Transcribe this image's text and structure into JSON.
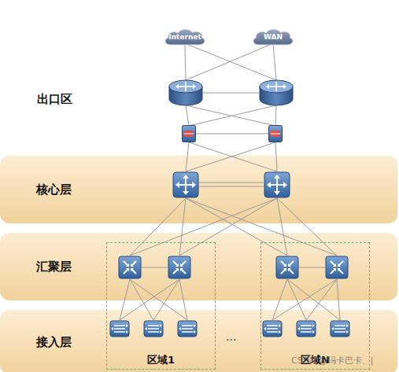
{
  "diagram": {
    "nodes": [
      {
        "text": [
          "Internet"
        ]
      },
      {
        "text": [
          "WAN"
        ]
      },
      {
        "text": [
          "核心层"
        ]
      },
      {
        "text": [
          "汇聚层"
        ]
      },
      {
        "text": [
          "接入层"
        ]
      },
      {
        "text": [
          "区域1"
        ]
      },
      {
        "text": [
          "区域N"
        ]
      }
    ],
    "labels": [
      "出口区",
      "...",
      "CSDN @玛卡巴卡、|"
    ]
  }
}
